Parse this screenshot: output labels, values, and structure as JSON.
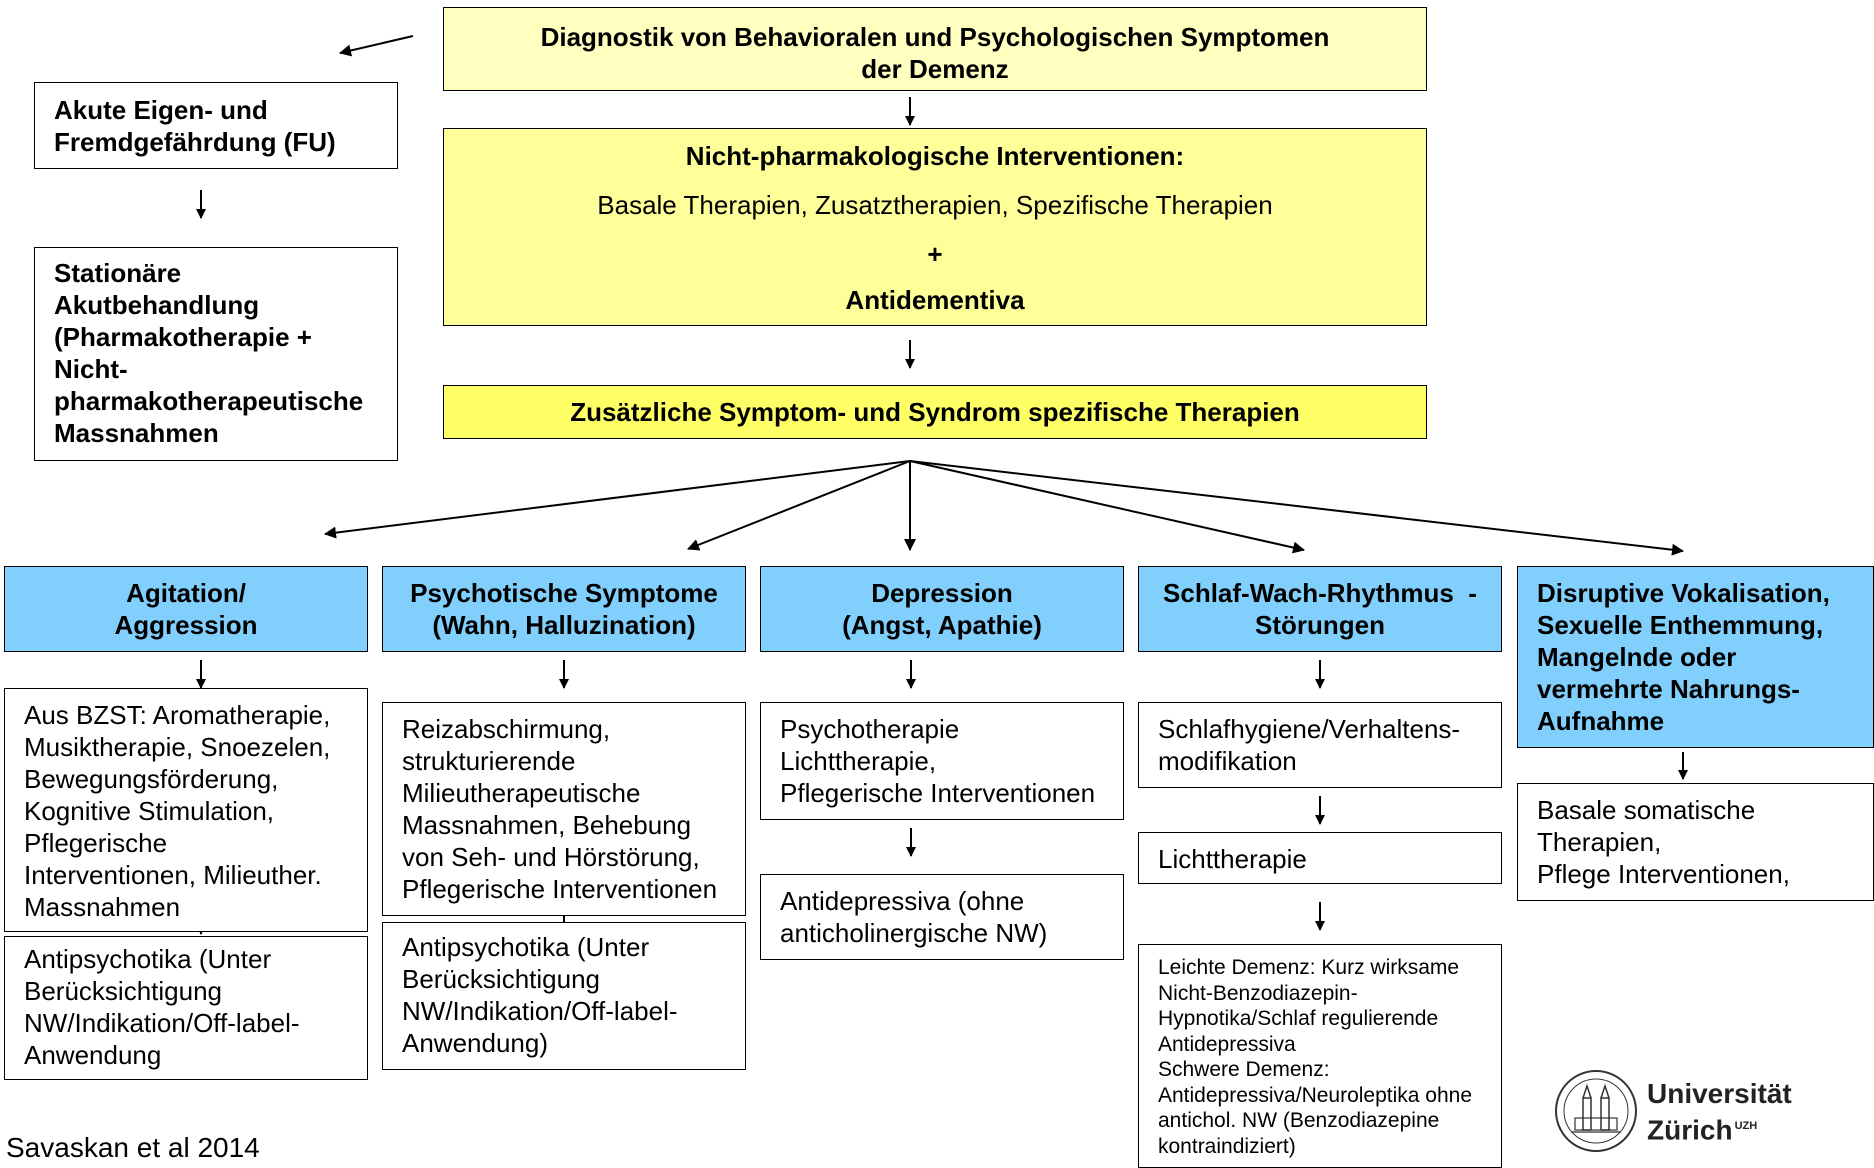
{
  "top_box": {
    "line1": "Diagnostik von Behavioralen und Psychologischen Symptomen",
    "line2": "der Demenz"
  },
  "acute_box": {
    "line1": "Akute Eigen- und",
    "line2": "Fremdgefährdung (FU)"
  },
  "inpatient_box": {
    "lines": [
      "Stationäre",
      "Akutbehandlung",
      "(Pharmakotherapie +",
      "Nicht-",
      "pharmakotherapeutische",
      "Massnahmen"
    ]
  },
  "nonpharm_box": {
    "title": "Nicht-pharmakologische Interventionen:",
    "therapies": "Basale Therapien, Zusatztherapien, Spezifische Therapien",
    "plus": "+",
    "antidementiva": "Antidementiva"
  },
  "additional_box": {
    "text": "Zusätzliche Symptom- und Syndrom spezifische Therapien"
  },
  "columns": [
    {
      "header": [
        "Agitation/",
        "Aggression"
      ],
      "first": [
        "Aus BZST: Aromatherapie,",
        "Musiktherapie, Snoezelen,",
        "Bewegungsförderung,",
        "Kognitive Stimulation,",
        "Pflegerische",
        "Interventionen, Milieuther.",
        "Massnahmen"
      ],
      "second": [
        "Antipsychotika (Unter",
        "Berücksichtigung",
        "NW/Indikation/Off-label-",
        "Anwendung"
      ]
    },
    {
      "header": [
        "Psychotische Symptome",
        "(Wahn, Halluzination)"
      ],
      "first": [
        "Reizabschirmung,",
        "strukturierende",
        "Milieutherapeutische",
        "Massnahmen, Behebung",
        "von Seh- und Hörstörung,",
        "Pflegerische Interventionen"
      ],
      "second": [
        "Antipsychotika (Unter",
        "Berücksichtigung",
        "NW/Indikation/Off-label-",
        "Anwendung)"
      ]
    },
    {
      "header": [
        "Depression",
        "(Angst, Apathie)"
      ],
      "first": [
        "Psychotherapie",
        "Lichttherapie,",
        "Pflegerische Interventionen"
      ],
      "second": [
        "Antidepressiva (ohne",
        "anticholinergische NW)"
      ]
    },
    {
      "header": [
        "Schlaf-Wach-Rhythmus  -",
        "Störungen"
      ],
      "first": [
        "Schlafhygiene/Verhaltens-",
        "modifikation"
      ],
      "second": [
        "Lichttherapie"
      ],
      "third": [
        "Leichte Demenz: Kurz wirksame",
        "Nicht-Benzodiazepin-",
        "Hypnotika/Schlaf regulierende",
        "Antidepressiva",
        "Schwere Demenz:",
        "Antidepressiva/Neuroleptika ohne",
        "antichol. NW (Benzodiazepine",
        "kontraindiziert)"
      ]
    },
    {
      "header": [
        "Disruptive Vokalisation,",
        "Sexuelle Enthemmung,",
        "Mangelnde oder",
        "vermehrte Nahrungs-",
        "Aufnahme"
      ],
      "first": [
        "Basale somatische",
        "Therapien,",
        "Pflege Interventionen,"
      ]
    }
  ],
  "citation": "Savaskan et al 2014",
  "logo": {
    "line1": "Universität",
    "line2": "Zürich",
    "superscript": "UZH",
    "seal_icon": "university-seal-icon"
  },
  "colors": {
    "light_yellow": "#ffffc0",
    "yellow": "#ffff99",
    "bright_yellow": "#ffff66",
    "header_blue": "#81cffc"
  }
}
